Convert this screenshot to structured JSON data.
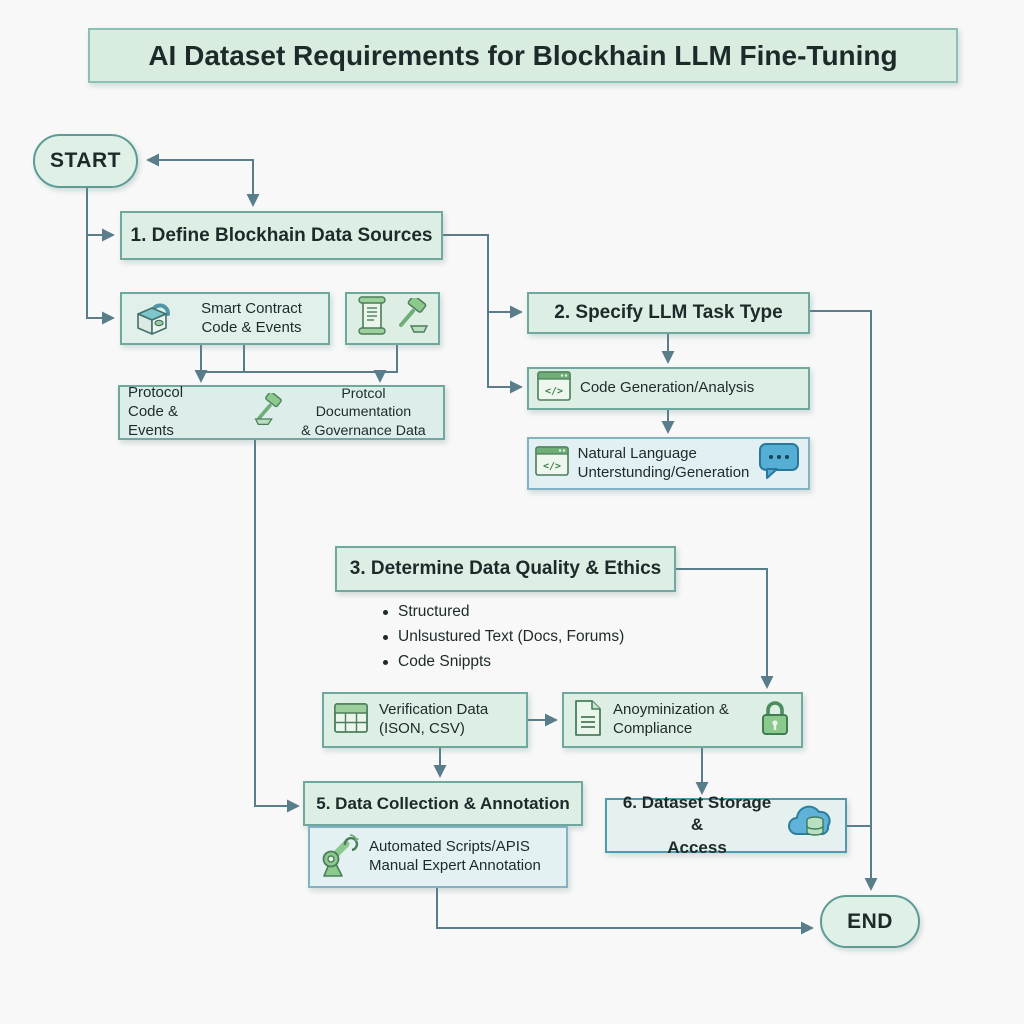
{
  "title": "AI Dataset Requirements for Blockhain LLM Fine-Tuning",
  "flow": {
    "start": "START",
    "end": "END",
    "step1": "1. Define Blockhain Data Sources",
    "smart_contract": {
      "line1": "Smart Contract",
      "line2": "Code & Events"
    },
    "protocol": {
      "left_line1": "Protocol",
      "left_line2": "Code & Events",
      "right_line1": "Protcol Documentation",
      "right_line2": "& Governance Data"
    },
    "step2": "2. Specify LLM Task Type",
    "code_generation": "Code Generation/Analysis",
    "natural_language": {
      "line1": "Natural Language",
      "line2": "Unterstunding/Generation"
    },
    "step3": "3. Determine Data Quality & Ethics",
    "quality_bullets": [
      "Structured",
      "Unlsustured Text (Docs, Forums)",
      "Code Snippts"
    ],
    "verification": {
      "line1": "Verification Data",
      "line2": "(ISON, CSV)"
    },
    "anonymization": {
      "line1": "Anoyminization &",
      "line2": "Compliance"
    },
    "step5": "5. Data Collection & Annotation",
    "automation": {
      "line1": "Automated Scripts/APIS",
      "line2": "Manual Expert Annotation"
    },
    "step6": {
      "line1": "6. Dataset Storage &",
      "line2": "Access"
    }
  },
  "icons": {
    "code_glyph": "</>"
  },
  "colors": {
    "accent_teal": "#6fa89f",
    "accent_blue": "#4f9aac",
    "connector": "#5a7d8c",
    "mint_fill": "#ddeee4",
    "blue_fill": "#e2f0f3",
    "bubble_blue": "#55aed4",
    "icon_green": "#8cc98c"
  }
}
